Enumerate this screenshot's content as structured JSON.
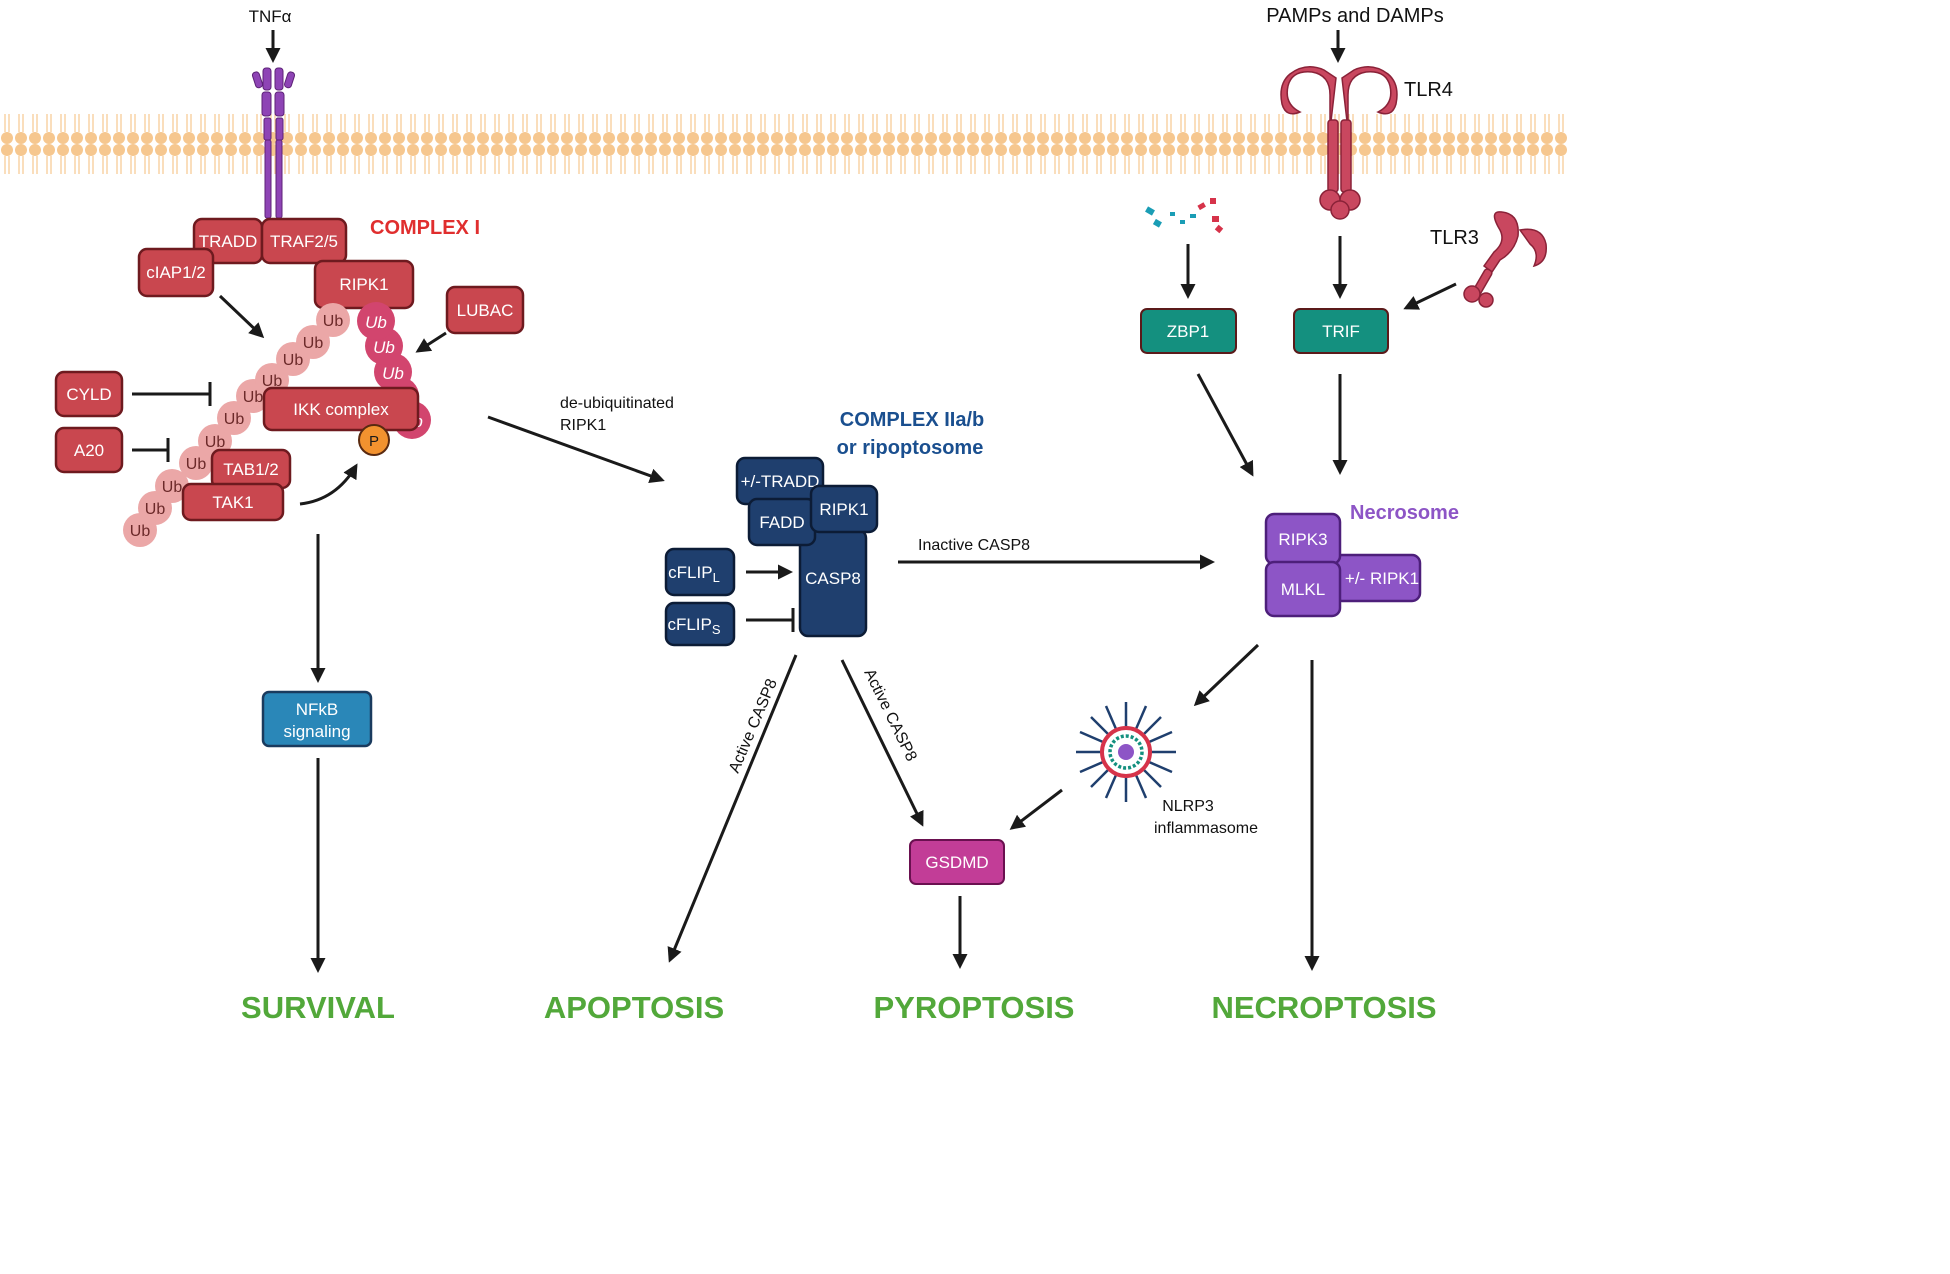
{
  "ligands": {
    "tnf": "TNFα",
    "pamps": "PAMPs and DAMPs"
  },
  "receptors": {
    "tlr4": "TLR4",
    "tlr3": "TLR3"
  },
  "complex1": {
    "title": "COMPLEX I",
    "tradd": "TRADD",
    "traf": "TRAF2/5",
    "ciap": "cIAP1/2",
    "ripk1": "RIPK1",
    "lubac": "LUBAC",
    "cyld": "CYLD",
    "a20": "A20",
    "ikk": "IKK complex",
    "tab": "TAB1/2",
    "tak1": "TAK1",
    "p": "P",
    "ub": "Ub"
  },
  "nfkb": {
    "line1": "NFkB",
    "line2": "signaling"
  },
  "deubiq": {
    "line1": "de-ubiquitinated",
    "line2": "RIPK1"
  },
  "complex2": {
    "title1": "COMPLEX IIa/b",
    "title2": "or ripoptosome",
    "tradd": "+/-TRADD",
    "fadd": "FADD",
    "ripk1": "RIPK1",
    "casp8": "CASP8",
    "cflip": "cFLIP",
    "sub_l": "L",
    "sub_s": "S"
  },
  "arrows": {
    "inactive": "Inactive CASP8",
    "active": "Active CASP8"
  },
  "right": {
    "zbp1": "ZBP1",
    "trif": "TRIF",
    "necrosome": "Necrosome",
    "ripk3": "RIPK3",
    "mlkl": "MLKL",
    "ripk1": "+/- RIPK1",
    "nlrp3_1": "NLRP3",
    "nlrp3_2": "inflammasome",
    "gsdmd": "GSDMD"
  },
  "outcomes": {
    "survival": "SURVIVAL",
    "apoptosis": "APOPTOSIS",
    "pyroptosis": "PYROPTOSIS",
    "necroptosis": "NECROPTOSIS"
  },
  "colors": {
    "membrane": "#f6c78f",
    "complex1": "#c9474f",
    "complex2": "#1f3f6e",
    "necrosome": "#8d55c6",
    "outcome": "#52a83a",
    "title_red": "#e02e2e",
    "title_blue": "#1a4f8f",
    "title_purple": "#8d55c6"
  }
}
